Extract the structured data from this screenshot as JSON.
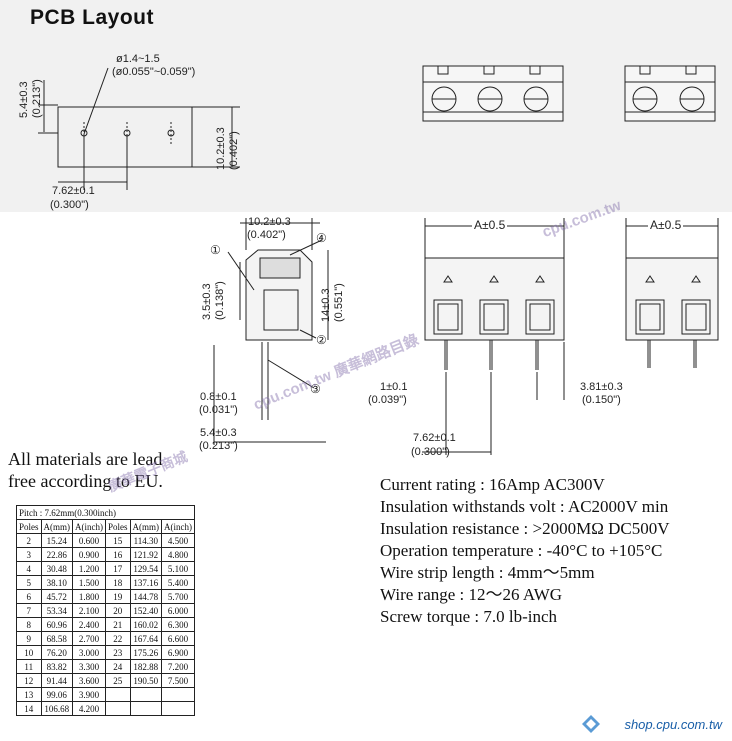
{
  "header": {
    "title": "PCB  Layout"
  },
  "pcb_layout": {
    "hole_dia": "ø1.4~1.5",
    "hole_dia_inch": "(ø0.055\"~0.059\")",
    "height": "5.4±0.3",
    "height_inch": "(0.213\")",
    "depth": "10.2±0.3",
    "depth_inch": "(0.402\")",
    "pitch": "7.62±0.1",
    "pitch_inch": "(0.300\")"
  },
  "side_view": {
    "top_width": "10.2±0.3",
    "top_width_inch": "(0.402\")",
    "callouts": [
      "①",
      "②",
      "③",
      "④"
    ],
    "left_height": "3.5±0.3",
    "left_height_inch": "(0.138\")",
    "total_height": "14±0.3",
    "total_height_inch": "(0.551\")",
    "pin_width": "0.8±0.1",
    "pin_width_inch": "(0.031\")",
    "pin_offset": "5.4±0.3",
    "pin_offset_inch": "(0.213\")"
  },
  "front_view": {
    "span_label": "A±0.5",
    "span_label_small": "A±0.5",
    "pin_tail": "1±0.1",
    "pin_tail_inch": "(0.039\")",
    "edge": "3.81±0.3",
    "edge_inch": "(0.150\")",
    "pitch": "7.62±0.1",
    "pitch_inch": "(0.300\")"
  },
  "note": {
    "line1": "All materials are lead",
    "line2": "free according to EU."
  },
  "specs": [
    "Current rating : 16Amp AC300V",
    "Insulation withstands volt : AC2000V min",
    "Insulation resistance : >2000MΩ  DC500V",
    "Operation temperature : -40°C to +105°C",
    "Wire strip length : 4mm～5mm",
    "Wire range : 12～26 AWG",
    "Screw torque : 7.0 lb-inch"
  ],
  "pitch_table": {
    "caption": "Pitch : 7.62mm(0.300inch)",
    "headers": [
      "Poles",
      "A(mm)",
      "A(inch)",
      "Poles",
      "A(mm)",
      "A(inch)"
    ],
    "rows": [
      [
        "2",
        "15.24",
        "0.600",
        "15",
        "114.30",
        "4.500"
      ],
      [
        "3",
        "22.86",
        "0.900",
        "16",
        "121.92",
        "4.800"
      ],
      [
        "4",
        "30.48",
        "1.200",
        "17",
        "129.54",
        "5.100"
      ],
      [
        "5",
        "38.10",
        "1.500",
        "18",
        "137.16",
        "5.400"
      ],
      [
        "6",
        "45.72",
        "1.800",
        "19",
        "144.78",
        "5.700"
      ],
      [
        "7",
        "53.34",
        "2.100",
        "20",
        "152.40",
        "6.000"
      ],
      [
        "8",
        "60.96",
        "2.400",
        "21",
        "160.02",
        "6.300"
      ],
      [
        "9",
        "68.58",
        "2.700",
        "22",
        "167.64",
        "6.600"
      ],
      [
        "10",
        "76.20",
        "3.000",
        "23",
        "175.26",
        "6.900"
      ],
      [
        "11",
        "83.82",
        "3.300",
        "24",
        "182.88",
        "7.200"
      ],
      [
        "12",
        "91.44",
        "3.600",
        "25",
        "190.50",
        "7.500"
      ],
      [
        "13",
        "99.06",
        "3.900",
        "",
        "",
        ""
      ],
      [
        "14",
        "106.68",
        "4.200",
        "",
        "",
        ""
      ]
    ]
  },
  "watermarks": {
    "top": "cpu.com.tw",
    "middle": "cpu.com.tw 廣華網路目錄",
    "left": "廣華電子商城"
  },
  "footer": {
    "site": "shop.cpu.com.tw"
  },
  "colors": {
    "watermark": "#8e78b4",
    "footer": "#1a5fa8",
    "band": "#f1f1f1"
  }
}
